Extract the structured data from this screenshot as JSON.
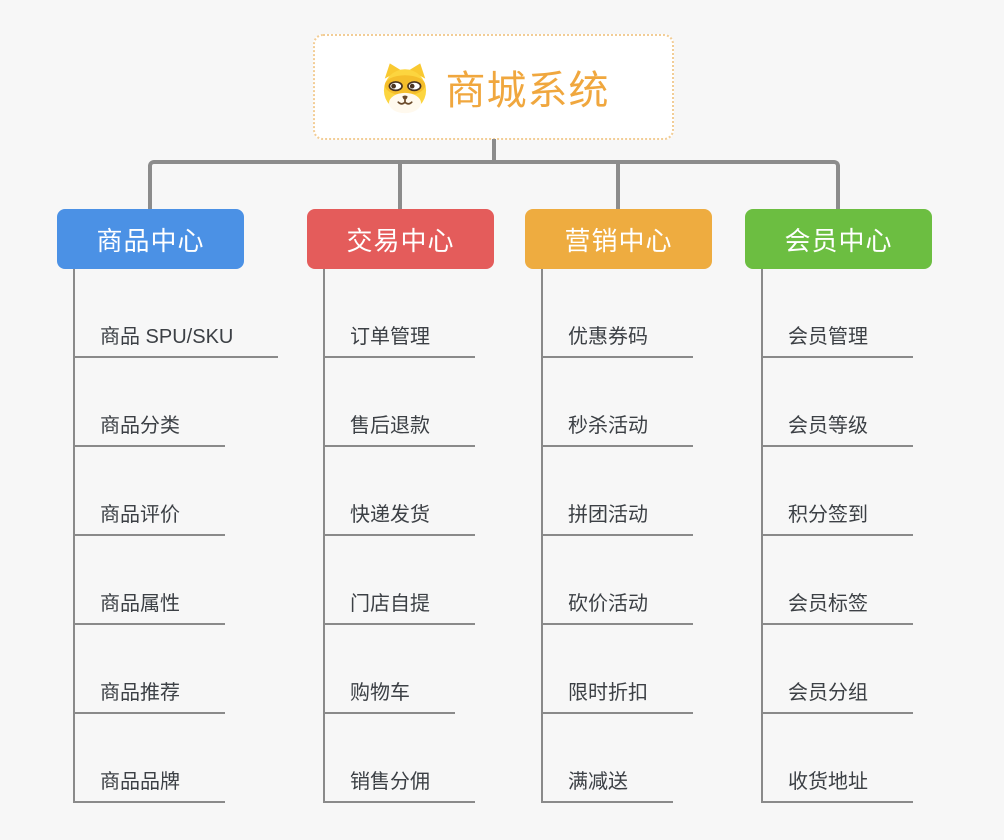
{
  "root": {
    "title": "商城系统",
    "icon": "dog-face-icon",
    "title_color": "#f0a73e",
    "border_color": "#f2cd96",
    "background": "#ffffff"
  },
  "connector_color": "#8c8c8c",
  "page_background": "#f7f7f7",
  "branches": [
    {
      "label": "商品中心",
      "color": "#4b91e5",
      "children": [
        "商品 SPU/SKU",
        "商品分类",
        "商品评价",
        "商品属性",
        "商品推荐",
        "商品品牌"
      ]
    },
    {
      "label": "交易中心",
      "color": "#e45c5b",
      "children": [
        "订单管理",
        "售后退款",
        "快递发货",
        "门店自提",
        "购物车",
        "销售分佣"
      ]
    },
    {
      "label": "营销中心",
      "color": "#eeac40",
      "children": [
        "优惠券码",
        "秒杀活动",
        "拼团活动",
        "砍价活动",
        "限时折扣",
        "满减送"
      ]
    },
    {
      "label": "会员中心",
      "color": "#6cbe41",
      "children": [
        "会员管理",
        "会员等级",
        "积分签到",
        "会员标签",
        "会员分组",
        "收货地址"
      ]
    }
  ]
}
